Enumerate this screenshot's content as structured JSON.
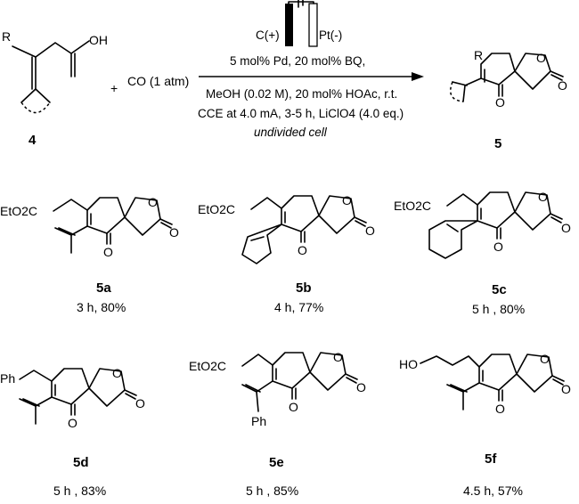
{
  "reaction": {
    "reactant": {
      "label": "4",
      "substituent": "R",
      "group": "OH"
    },
    "plus": "+",
    "reagent": "CO (1 atm)",
    "electrodes": {
      "anode": "C(+)",
      "cathode": "Pt(-)"
    },
    "conditions": [
      "5 mol% Pd, 20 mol% BQ,",
      "MeOH (0.02 M), 20 mol% HOAc, r.t.",
      "CCE at 4.0 mA, 3-5 h, LiClO4 (4.0 eq.)"
    ],
    "cell": "undivided cell",
    "product": {
      "label": "5",
      "substituent": "R"
    }
  },
  "atoms": {
    "oxygen": "O",
    "ester": "EtO2C",
    "phenyl": "Ph",
    "hydroxy": "HO"
  },
  "products": [
    {
      "id": "5a",
      "result": "3 h, 80%"
    },
    {
      "id": "5b",
      "result": "4 h, 77%"
    },
    {
      "id": "5c",
      "result": "5 h , 80%"
    },
    {
      "id": "5d",
      "result": "5 h , 83%"
    },
    {
      "id": "5e",
      "result": "5 h , 85%"
    },
    {
      "id": "5f",
      "result": "4.5 h, 57%"
    }
  ]
}
